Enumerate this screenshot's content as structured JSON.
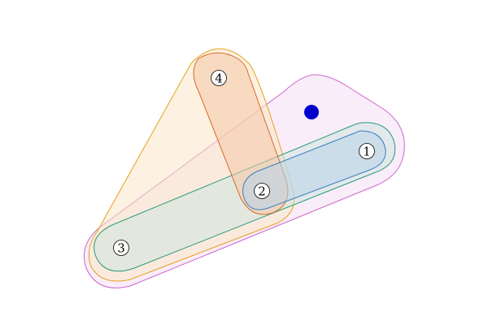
{
  "hypergraph": {
    "nodes": [
      {
        "id": "node-1",
        "label": "1"
      },
      {
        "id": "node-2",
        "label": "2"
      },
      {
        "id": "node-3",
        "label": "3"
      },
      {
        "id": "node-4",
        "label": "4"
      }
    ],
    "extra_vertex": {
      "color": "#0000cc"
    },
    "hyperedges": [
      {
        "id": "edge-magenta",
        "members": [
          "node-1",
          "node-2",
          "node-3",
          "extra"
        ],
        "stroke": "#cc66cc",
        "fill": "#f2d6f2"
      },
      {
        "id": "edge-orange",
        "members": [
          "node-2",
          "node-3",
          "node-4"
        ],
        "stroke": "#e6a020",
        "fill": "#fbe8c8"
      },
      {
        "id": "edge-green",
        "members": [
          "node-1",
          "node-2",
          "node-3"
        ],
        "stroke": "#2a9a78",
        "fill": "#cfe5df"
      },
      {
        "id": "edge-blue",
        "members": [
          "node-1",
          "node-2"
        ],
        "stroke": "#3a7fc0",
        "fill": "#b9d3ea"
      },
      {
        "id": "edge-red",
        "members": [
          "node-2",
          "node-4"
        ],
        "stroke": "#d86a2a",
        "fill": "#f4c6a6"
      }
    ]
  }
}
